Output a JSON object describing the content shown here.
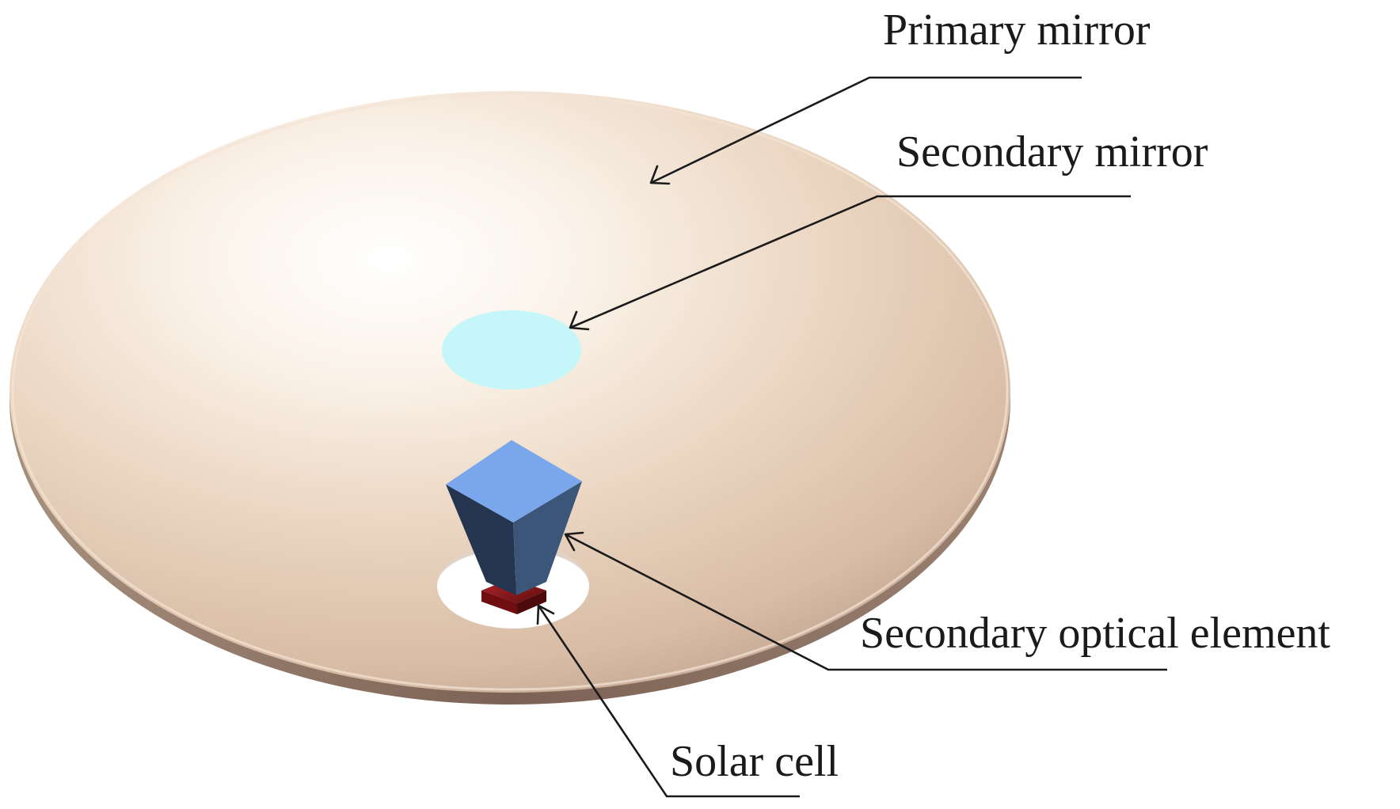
{
  "labels": {
    "primary_mirror": "Primary mirror",
    "secondary_mirror": "Secondary mirror",
    "secondary_optical_element": "Secondary optical element",
    "solar_cell": "Solar cell"
  },
  "colors": {
    "primary_mirror": "#dcc0a8",
    "primary_mirror_highlight": "#ffffff",
    "primary_mirror_edge": "#8a6f5e",
    "secondary_mirror": "#c4f6fa",
    "secondary_optical_element_top": "#7aa7ec",
    "secondary_optical_element_left": "#25354f",
    "secondary_optical_element_right": "#3c5679",
    "solar_cell": "#8e1418",
    "leader_lines": "#1a1a1a"
  },
  "icons": {
    "callout_arrow": "open-arrowhead"
  }
}
